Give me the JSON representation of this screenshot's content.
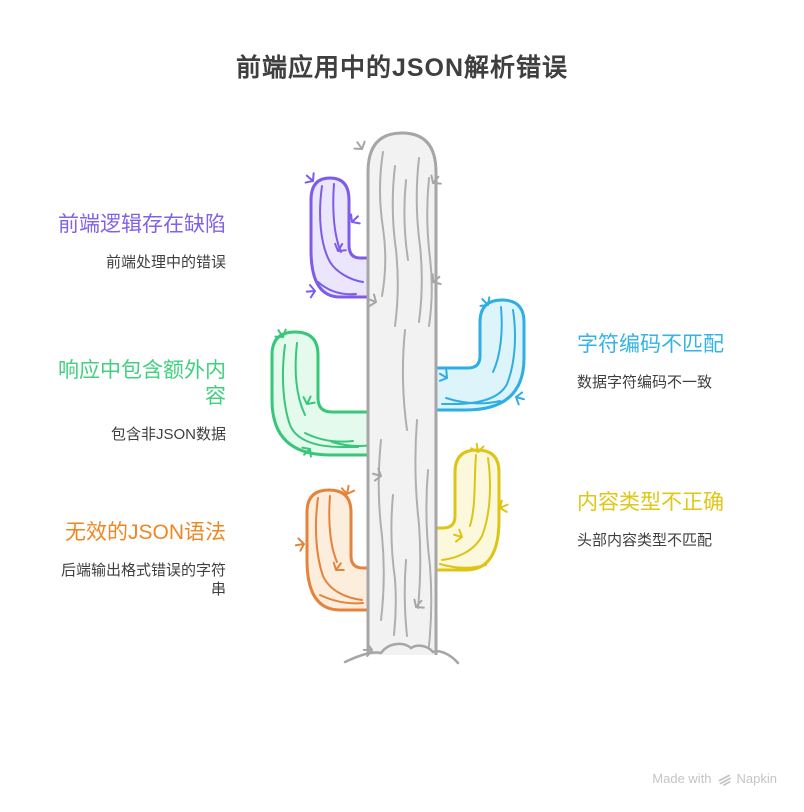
{
  "title": "前端应用中的JSON解析错误",
  "text_color": "#3F3F3F",
  "items": [
    {
      "heading": "前端逻辑存在缺陷",
      "desc": "前端处理中的错误",
      "color": "#8161E9"
    },
    {
      "heading": "响应中包含额外内\n容",
      "desc": "包含非JSON数据",
      "color": "#41D07F"
    },
    {
      "heading": "无效的JSON语法",
      "desc": "后端输出格式错误的字符\n串",
      "color": "#EE8722"
    },
    {
      "heading": "字符编码不匹配",
      "desc": "数据字符编码不一致",
      "color": "#33B3E6"
    },
    {
      "heading": "内容类型不正确",
      "desc": "头部内容类型不匹配",
      "color": "#DFC716"
    }
  ],
  "footer": {
    "text": "Made with",
    "brand": "Napkin",
    "color": "#C4C4C4"
  },
  "illustration": {
    "kind": "cactus",
    "trunk": {
      "stroke": "#A6A6A6",
      "fill": "#F2F2F2",
      "detail": "#AFAFAF"
    },
    "ground": "#A6A6A6",
    "arms": {
      "purple": {
        "line": "#7C5CE8",
        "fill": "#EBE6FC"
      },
      "green": {
        "line": "#38C77A",
        "fill": "#E3FAED"
      },
      "orange": {
        "line": "#E5833B",
        "fill": "#FCEDDD"
      },
      "cyan": {
        "line": "#2FAEE3",
        "fill": "#DDF4FB"
      },
      "yellow": {
        "line": "#DEC417",
        "fill": "#FCF8DB"
      }
    }
  }
}
